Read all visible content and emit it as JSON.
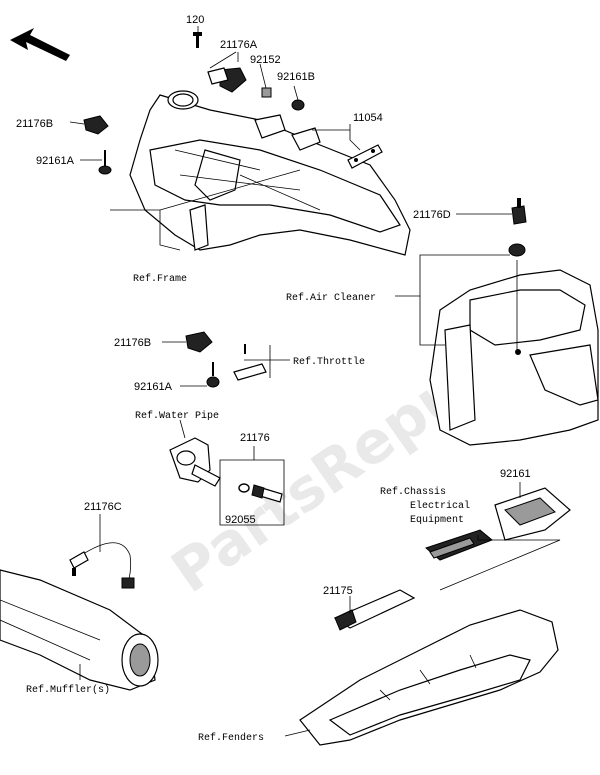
{
  "watermark": "PartsRepublik",
  "parts": {
    "p120": "120",
    "p21176a": "21176A",
    "p92152": "92152",
    "p92161b": "92161B",
    "p11054": "11054",
    "p21176b_top": "21176B",
    "p92161a_top": "92161A",
    "p21176d": "21176D",
    "p21176b_mid": "21176B",
    "p92161a_mid": "92161A",
    "p21176": "21176",
    "p92055": "92055",
    "p21176c": "21176C",
    "p92161": "92161",
    "p21175": "21175"
  },
  "refs": {
    "frame": "Ref.Frame",
    "air_cleaner": "Ref.Air Cleaner",
    "throttle": "Ref.Throttle",
    "water_pipe": "Ref.Water Pipe",
    "chassis_1": "Ref.Chassis",
    "chassis_2": "Electrical",
    "chassis_3": "Equipment",
    "muffler": "Ref.Muffler(s)",
    "fenders": "Ref.Fenders"
  }
}
